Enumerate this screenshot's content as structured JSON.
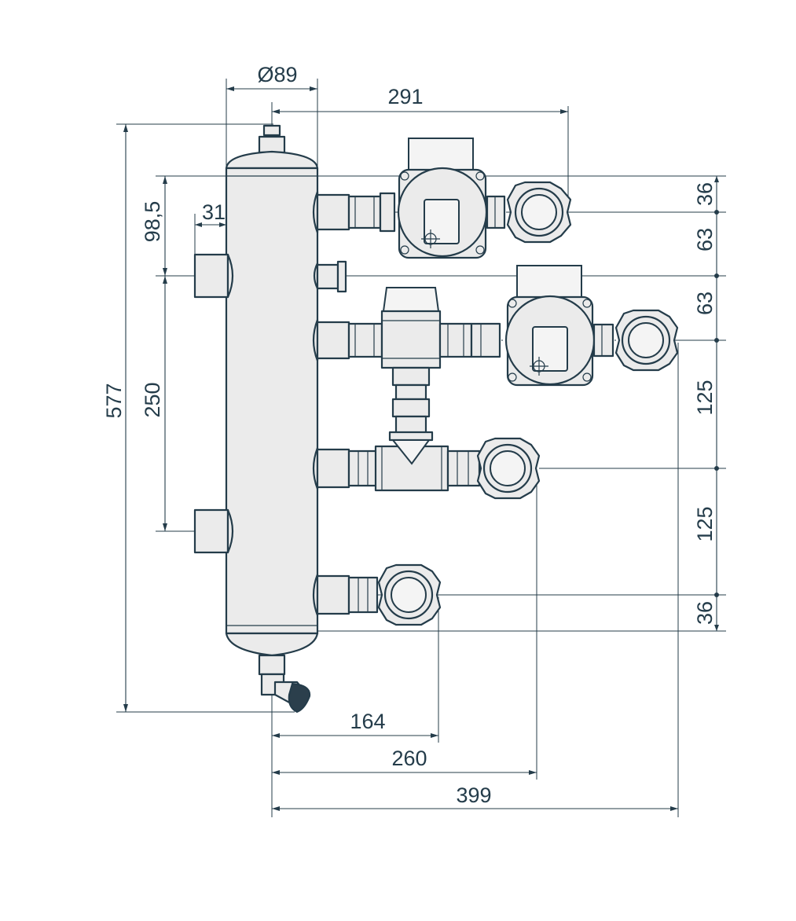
{
  "colors": {
    "line": "#243c4a",
    "body_fill": "#ebebeb",
    "background": "#ffffff"
  },
  "dimensions": {
    "top_diameter": "Ø89",
    "top_width": "291",
    "overall_height": "577",
    "upper_offset": "98,5",
    "side_connection": "31",
    "side_spacing": "250",
    "right_1": "36",
    "right_2": "63",
    "right_3": "63",
    "right_4": "125",
    "right_5": "125",
    "right_6": "36",
    "bottom_1": "164",
    "bottom_2": "260",
    "bottom_3": "399"
  }
}
